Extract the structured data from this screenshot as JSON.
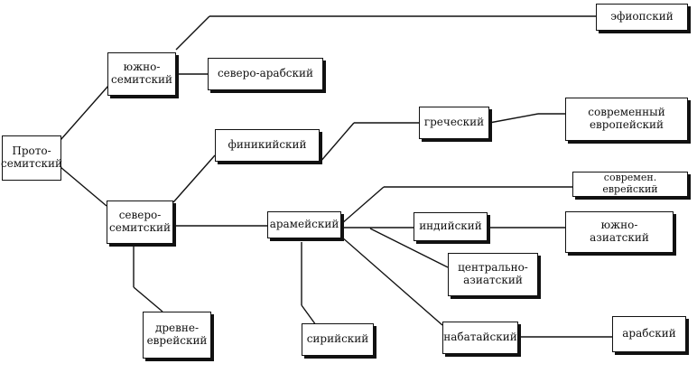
{
  "nodes": {
    "proto": "Прото-\nсемитский",
    "south": "южно-\nсемитский",
    "north_arabic": "северо-арабский",
    "ethiopian": "эфиопский",
    "phoenician": "финикийский",
    "greek": "греческий",
    "modern_european": "современный\nевропейский",
    "north": "северо-\nсемитский",
    "aramaic": "арамейский",
    "modern_hebrew": "современ. еврейский",
    "indian": "индийский",
    "south_asian": "южно-\nазиатский",
    "central_asian": "центрально-\nазиатский",
    "ancient_hebrew": "древне-\nеврейский",
    "syriac": "сирийский",
    "nabataean": "набатайский",
    "arabic": "арабский"
  }
}
